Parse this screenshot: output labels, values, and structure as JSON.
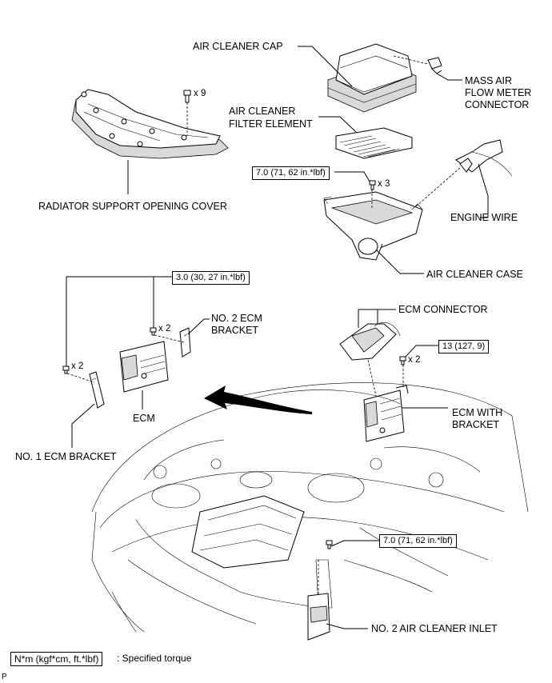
{
  "labels": {
    "air_cleaner_cap": "AIR CLEANER CAP",
    "mass_air_flow_meter_connector": [
      "MASS AIR",
      "FLOW METER",
      "CONNECTOR"
    ],
    "air_cleaner_filter_element": [
      "AIR CLEANER",
      "FILTER ELEMENT"
    ],
    "radiator_support_opening_cover": "RADIATOR SUPPORT OPENING COVER",
    "engine_wire": "ENGINE WIRE",
    "air_cleaner_case": "AIR CLEANER CASE",
    "no2_ecm_bracket": [
      "NO. 2 ECM",
      "BRACKET"
    ],
    "ecm_connector": "ECM CONNECTOR",
    "ecm": "ECM",
    "ecm_with_bracket": [
      "ECM WITH",
      "BRACKET"
    ],
    "no1_ecm_bracket": "NO. 1 ECM BRACKET",
    "no2_air_cleaner_inlet": "NO. 2 AIR CLEANER INLET"
  },
  "quantities": {
    "cover_bolts": "x 9",
    "case_bolts": "x 3",
    "no2_bracket_bolts": "x 2",
    "no1_bracket_bolts": "x 2",
    "ecm_bracket_bolts": "x 2"
  },
  "torques": {
    "air_cleaner_case": "7.0 (71, 62 in.*lbf)",
    "ecm_brackets": "3.0 (30, 27 in.*lbf)",
    "ecm_with_bracket": "13 (127, 9)",
    "inlet": "7.0 (71, 62 in.*lbf)"
  },
  "legend": {
    "torque_units": "N*m (kgf*cm, ft.*lbf)",
    "description": ": Specified torque"
  },
  "figure_code": "P"
}
